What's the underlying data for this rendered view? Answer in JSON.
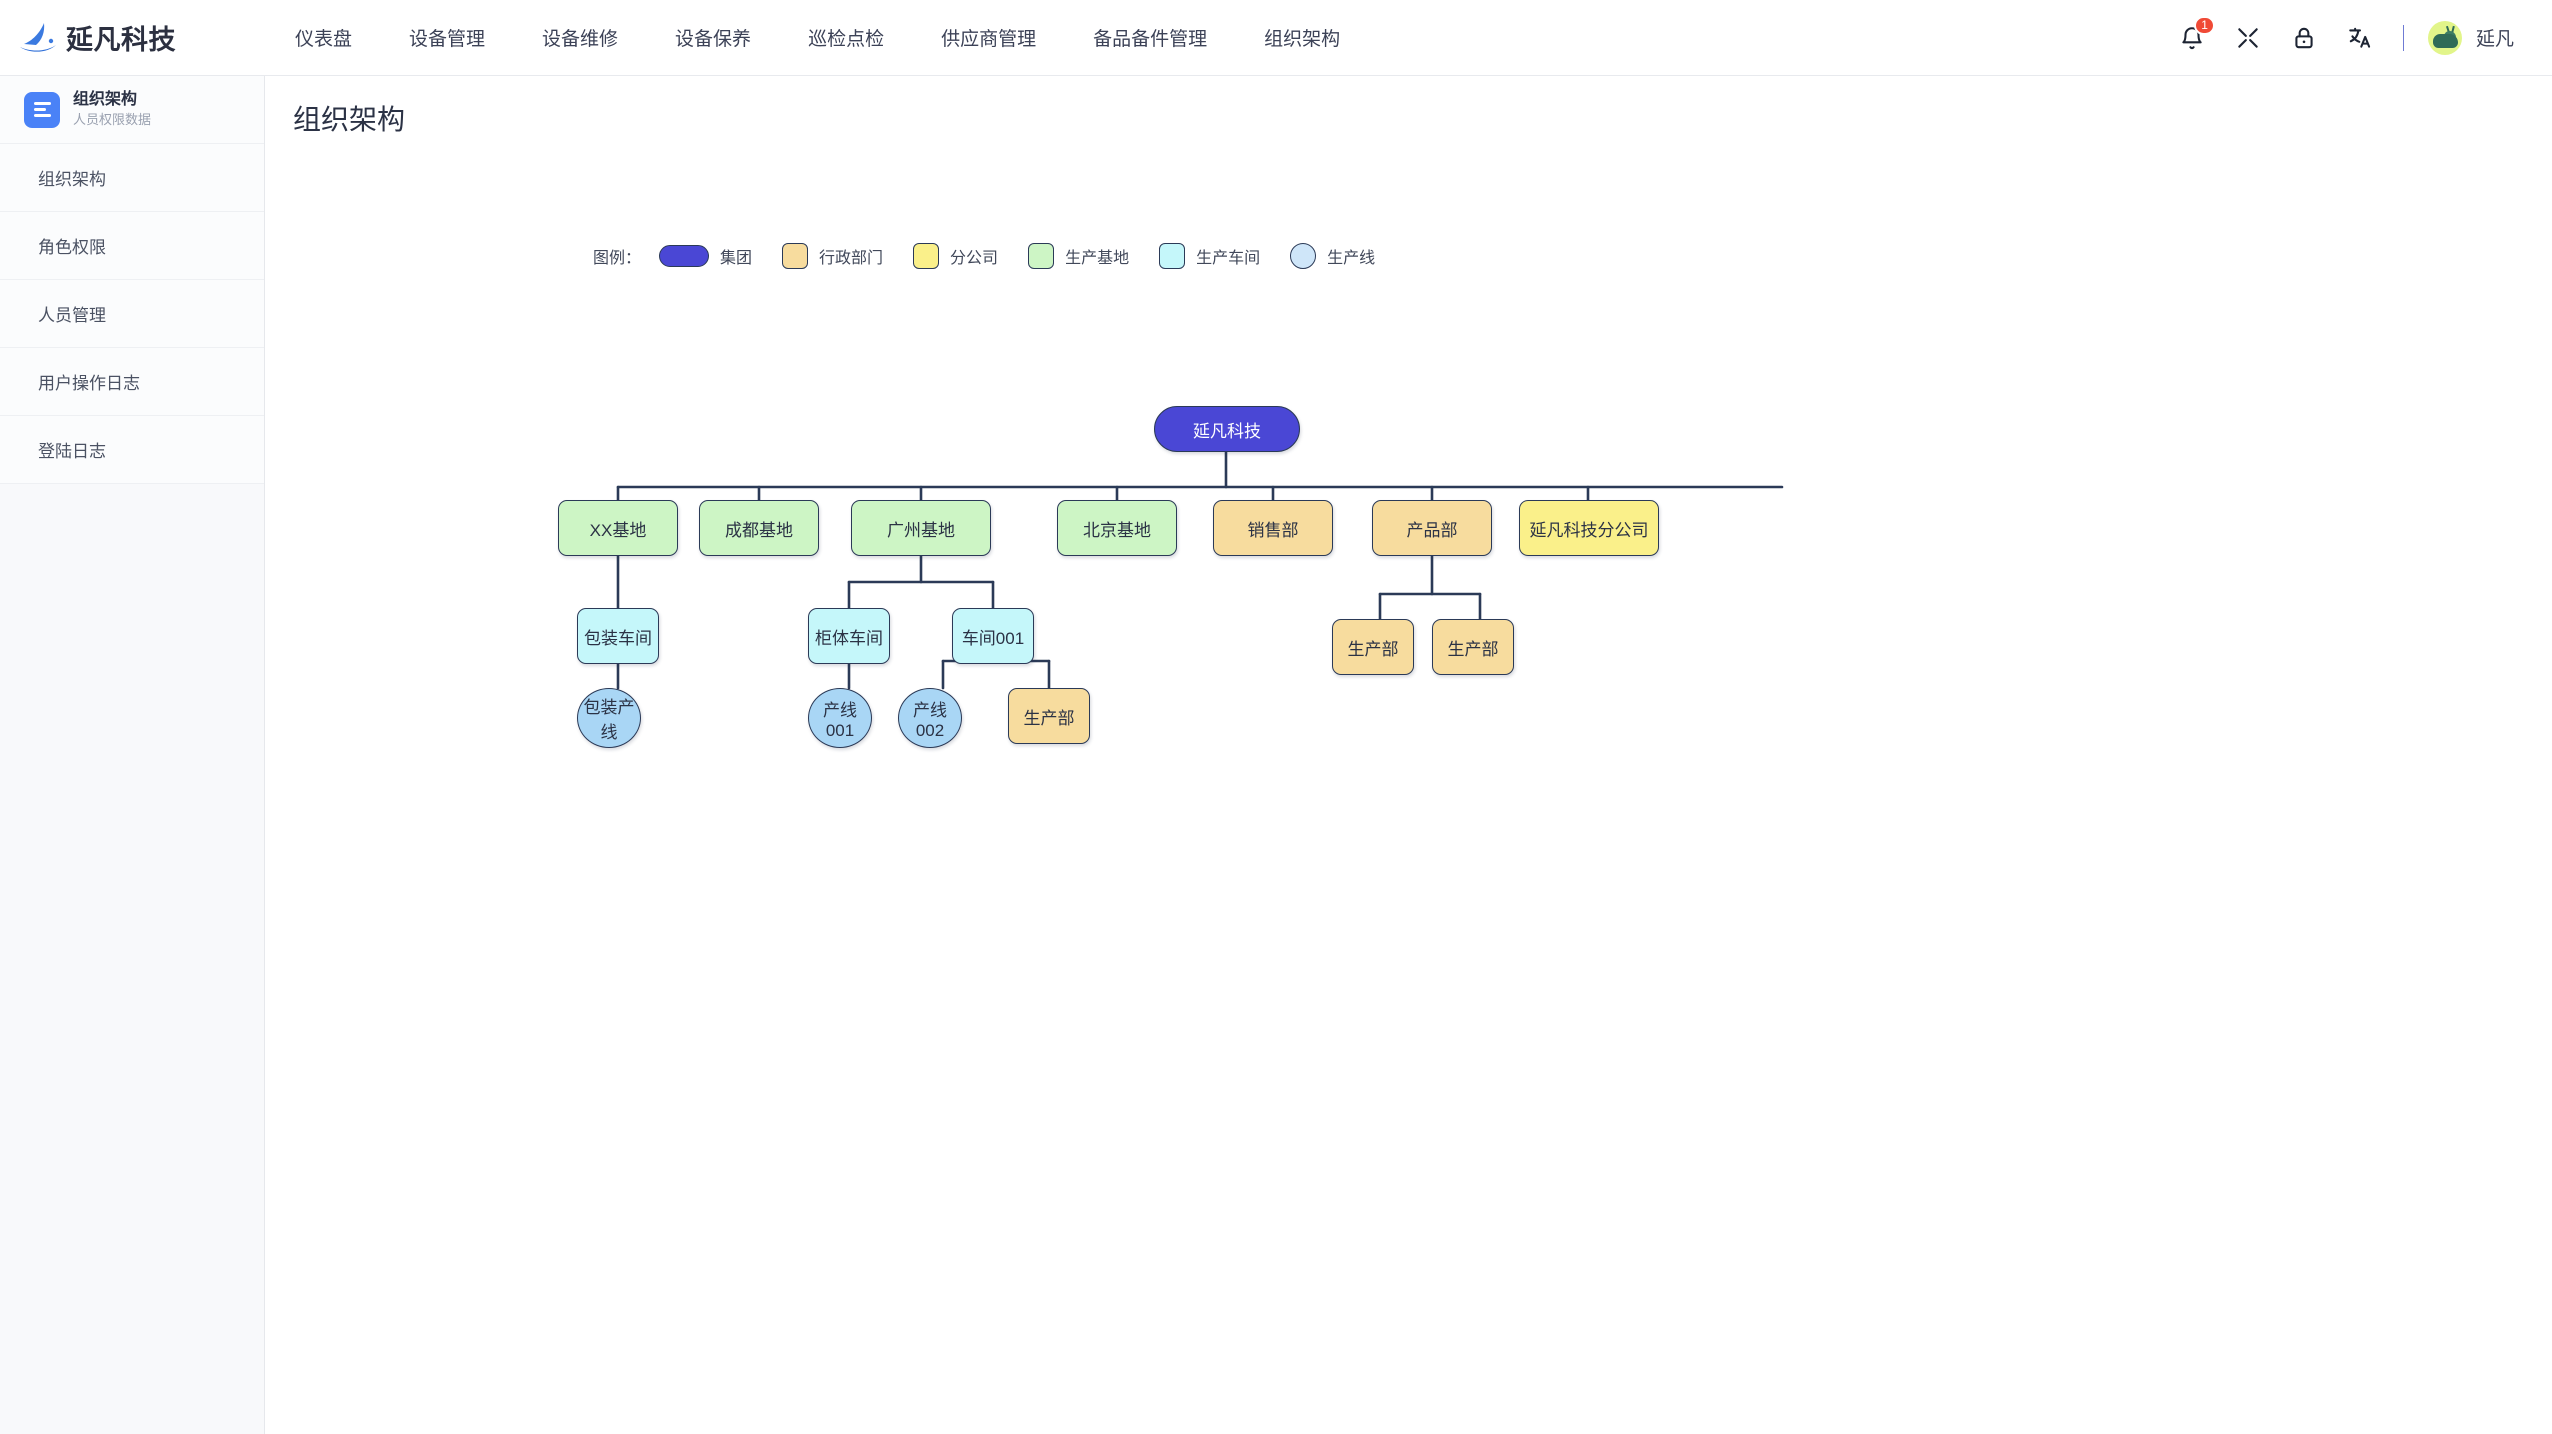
{
  "header": {
    "logo_text": "延凡科技",
    "nav": [
      {
        "label": "仪表盘"
      },
      {
        "label": "设备管理"
      },
      {
        "label": "设备维修"
      },
      {
        "label": "设备保养"
      },
      {
        "label": "巡检点检"
      },
      {
        "label": "供应商管理"
      },
      {
        "label": "备品备件管理"
      },
      {
        "label": "组织架构"
      }
    ],
    "notification_count": "1",
    "icons": [
      "bell-icon",
      "fullscreen-icon",
      "lock-icon",
      "translate-icon"
    ],
    "user_name": "延凡"
  },
  "sidebar": {
    "title": "组织架构",
    "subtitle": "人员权限数据",
    "items": [
      {
        "label": "组织架构"
      },
      {
        "label": "角色权限"
      },
      {
        "label": "人员管理"
      },
      {
        "label": "用户操作日志"
      },
      {
        "label": "登陆日志"
      }
    ]
  },
  "main": {
    "page_title": "组织架构",
    "legend_label": "图例：",
    "legend": [
      {
        "label": "集团",
        "color": "#4a47d5",
        "shape": "pill"
      },
      {
        "label": "行政部门",
        "color": "#f7dc9e",
        "shape": "box"
      },
      {
        "label": "分公司",
        "color": "#faf08a",
        "shape": "box"
      },
      {
        "label": "生产基地",
        "color": "#cdf5c5",
        "shape": "box"
      },
      {
        "label": "生产车间",
        "color": "#c5f7fa",
        "shape": "box"
      },
      {
        "label": "生产线",
        "color": "#a9d6f5",
        "shape": "circle"
      }
    ]
  },
  "chart_data": {
    "type": "diagram",
    "title": "组织架构",
    "line_color": "#2b3a57",
    "nodes": [
      {
        "id": "root",
        "label": "延凡科技",
        "type": "集团",
        "level": 0
      },
      {
        "id": "b1",
        "label": "XX基地",
        "type": "生产基地",
        "level": 1
      },
      {
        "id": "b2",
        "label": "成都基地",
        "type": "生产基地",
        "level": 1
      },
      {
        "id": "b3",
        "label": "广州基地",
        "type": "生产基地",
        "level": 1
      },
      {
        "id": "b4",
        "label": "北京基地",
        "type": "生产基地",
        "level": 1
      },
      {
        "id": "d1",
        "label": "销售部",
        "type": "行政部门",
        "level": 1
      },
      {
        "id": "d2",
        "label": "产品部",
        "type": "行政部门",
        "level": 1
      },
      {
        "id": "c1",
        "label": "延凡科技分公司",
        "type": "分公司",
        "level": 1
      },
      {
        "id": "w1",
        "label": "包装车间",
        "type": "生产车间",
        "level": 2
      },
      {
        "id": "w2",
        "label": "柜体车间",
        "type": "生产车间",
        "level": 2
      },
      {
        "id": "w3",
        "label": "车间001",
        "type": "生产车间",
        "level": 2
      },
      {
        "id": "p1",
        "label": "生产部",
        "type": "行政部门",
        "level": 2
      },
      {
        "id": "p2",
        "label": "生产部",
        "type": "行政部门",
        "level": 2
      },
      {
        "id": "l1",
        "label": "包装产线",
        "type": "生产线",
        "level": 3
      },
      {
        "id": "l2",
        "label": "产线001",
        "type": "生产线",
        "level": 3
      },
      {
        "id": "l3",
        "label": "产线002",
        "type": "生产线",
        "level": 3
      },
      {
        "id": "p3",
        "label": "生产部",
        "type": "行政部门",
        "level": 3
      }
    ],
    "edges": [
      {
        "from": "root",
        "to": "b1"
      },
      {
        "from": "root",
        "to": "b2"
      },
      {
        "from": "root",
        "to": "b3"
      },
      {
        "from": "root",
        "to": "b4"
      },
      {
        "from": "root",
        "to": "d1"
      },
      {
        "from": "root",
        "to": "d2"
      },
      {
        "from": "root",
        "to": "c1"
      },
      {
        "from": "b1",
        "to": "w1"
      },
      {
        "from": "b3",
        "to": "w2"
      },
      {
        "from": "b3",
        "to": "w3"
      },
      {
        "from": "d2",
        "to": "p1"
      },
      {
        "from": "d2",
        "to": "p2"
      },
      {
        "from": "w1",
        "to": "l1"
      },
      {
        "from": "w2",
        "to": "l2"
      },
      {
        "from": "w3",
        "to": "l3"
      },
      {
        "from": "w3",
        "to": "p3"
      }
    ]
  }
}
